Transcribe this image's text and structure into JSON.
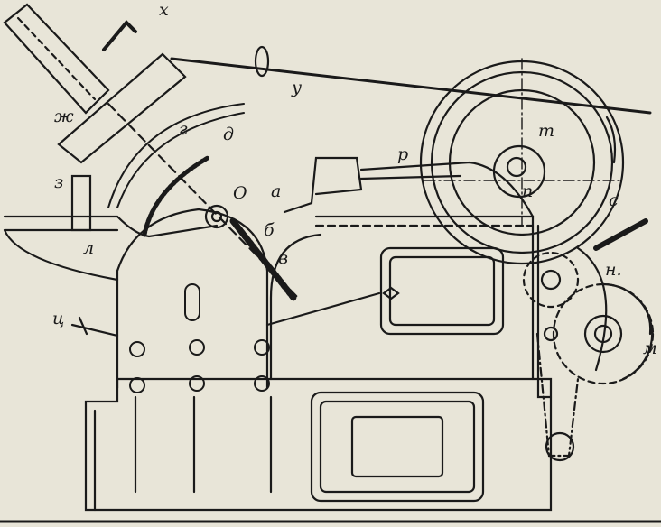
{
  "diagram": {
    "labels": {
      "x": "х",
      "u": "у",
      "zh": "ж",
      "d": "д",
      "g": "г",
      "z": "з",
      "o": "О",
      "a": "а",
      "b": "б",
      "v": "в",
      "l": "л",
      "r": "р",
      "t": "т",
      "p": "п",
      "s": "с",
      "n": "н.",
      "m": "м",
      "ts": "ц"
    }
  },
  "colors": {
    "ink": "#1a1a1a",
    "paper": "#e8e5d8"
  }
}
